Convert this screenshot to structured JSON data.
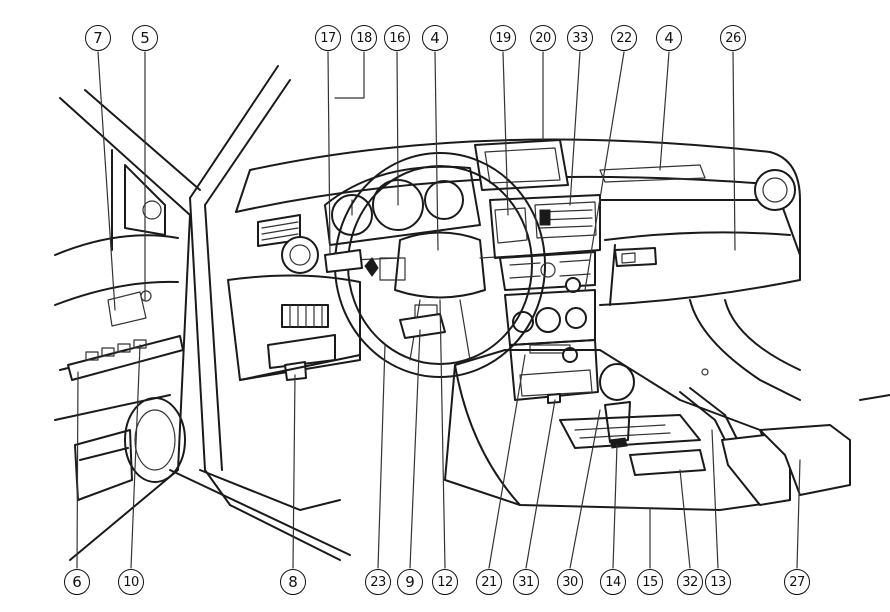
{
  "callouts": [
    "7",
    "5",
    "17",
    "18",
    "16",
    "4",
    "19",
    "20",
    "33",
    "22",
    "4",
    "26",
    "6",
    "10",
    "8",
    "23",
    "9",
    "12",
    "21",
    "31",
    "30",
    "14",
    "15",
    "32",
    "13",
    "27"
  ]
}
